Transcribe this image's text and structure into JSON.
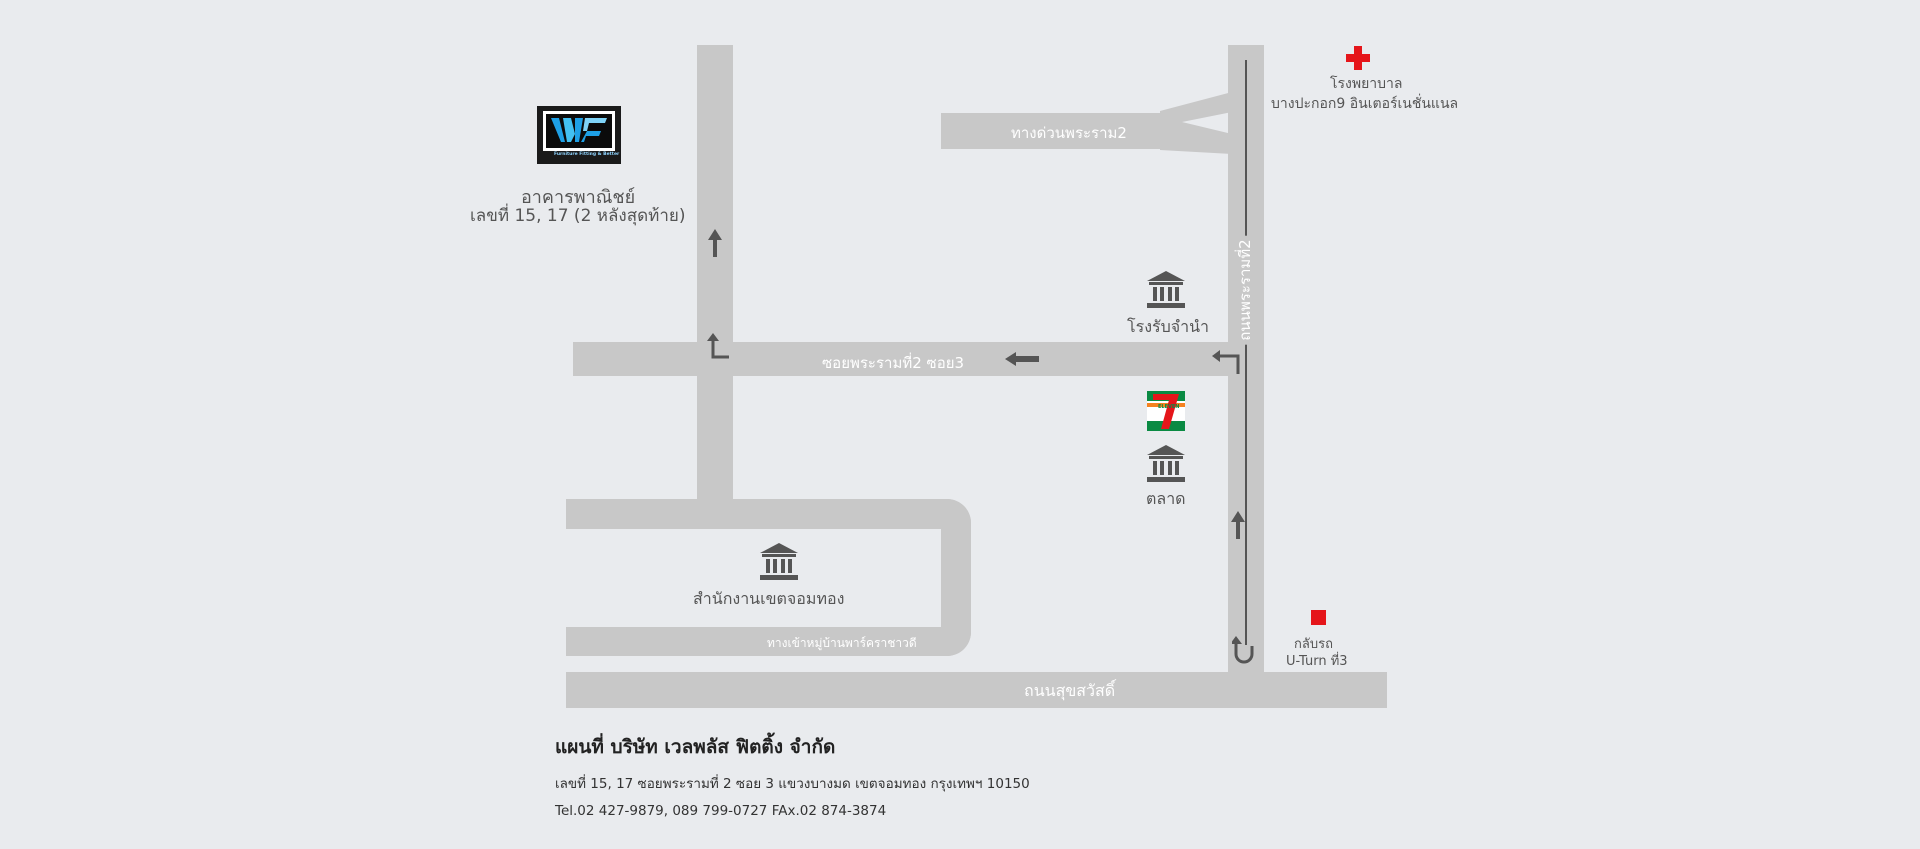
{
  "roads": {
    "expressway": "ทางด่วนพระราม2",
    "rama2_road": "ถนนพระรามที่2",
    "soi": "ซอยพระรามที่2 ซอย3",
    "village_entrance": "ทางเข้าหมู่บ้านพาร์คราชาวดี",
    "suksawat_road": "ถนนสุขสวัสดิ์"
  },
  "places": {
    "company_logo_text": "Furniture Fitting & Better",
    "company_building": "อาคารพาณิชย์",
    "company_address_short": "เลขที่ 15, 17 (2 หลังสุดท้าย)",
    "hospital_line1": "โรงพยาบาล",
    "hospital_line2": "บางปะกอก9 อินเตอร์เนชั่นแนล",
    "pawnshop": "โรงรับจำนำ",
    "seven_eleven": "ELEVEN",
    "market": "ตลาด",
    "district_office": "สำนักงานเขตจอมทอง",
    "uturn_line1": "กลับรถ",
    "uturn_line2": "U-Turn ที่3"
  },
  "footer": {
    "title": "แผนที่ บริษัท เวลพลัส ฟิตติ้ง จำกัด",
    "address": "เลขที่ 15, 17 ซอยพระรามที่ 2 ซอย 3 แขวงบางมด เขตจอมทอง กรุงเทพฯ 10150",
    "contact": "Tel.02 427-9879, 089 799-0727 FAx.02 874-3874"
  },
  "colors": {
    "background": "#e9ebee",
    "road": "#c8c8c8",
    "road_label": "#ffffff",
    "hospital_cross": "#e5151a",
    "uturn_marker": "#e5151a",
    "seven_eleven_green": "#0a8a43",
    "seven_eleven_orange": "#f58220",
    "logo_blue": "#1ea0e6",
    "icon_dark": "#555555"
  }
}
